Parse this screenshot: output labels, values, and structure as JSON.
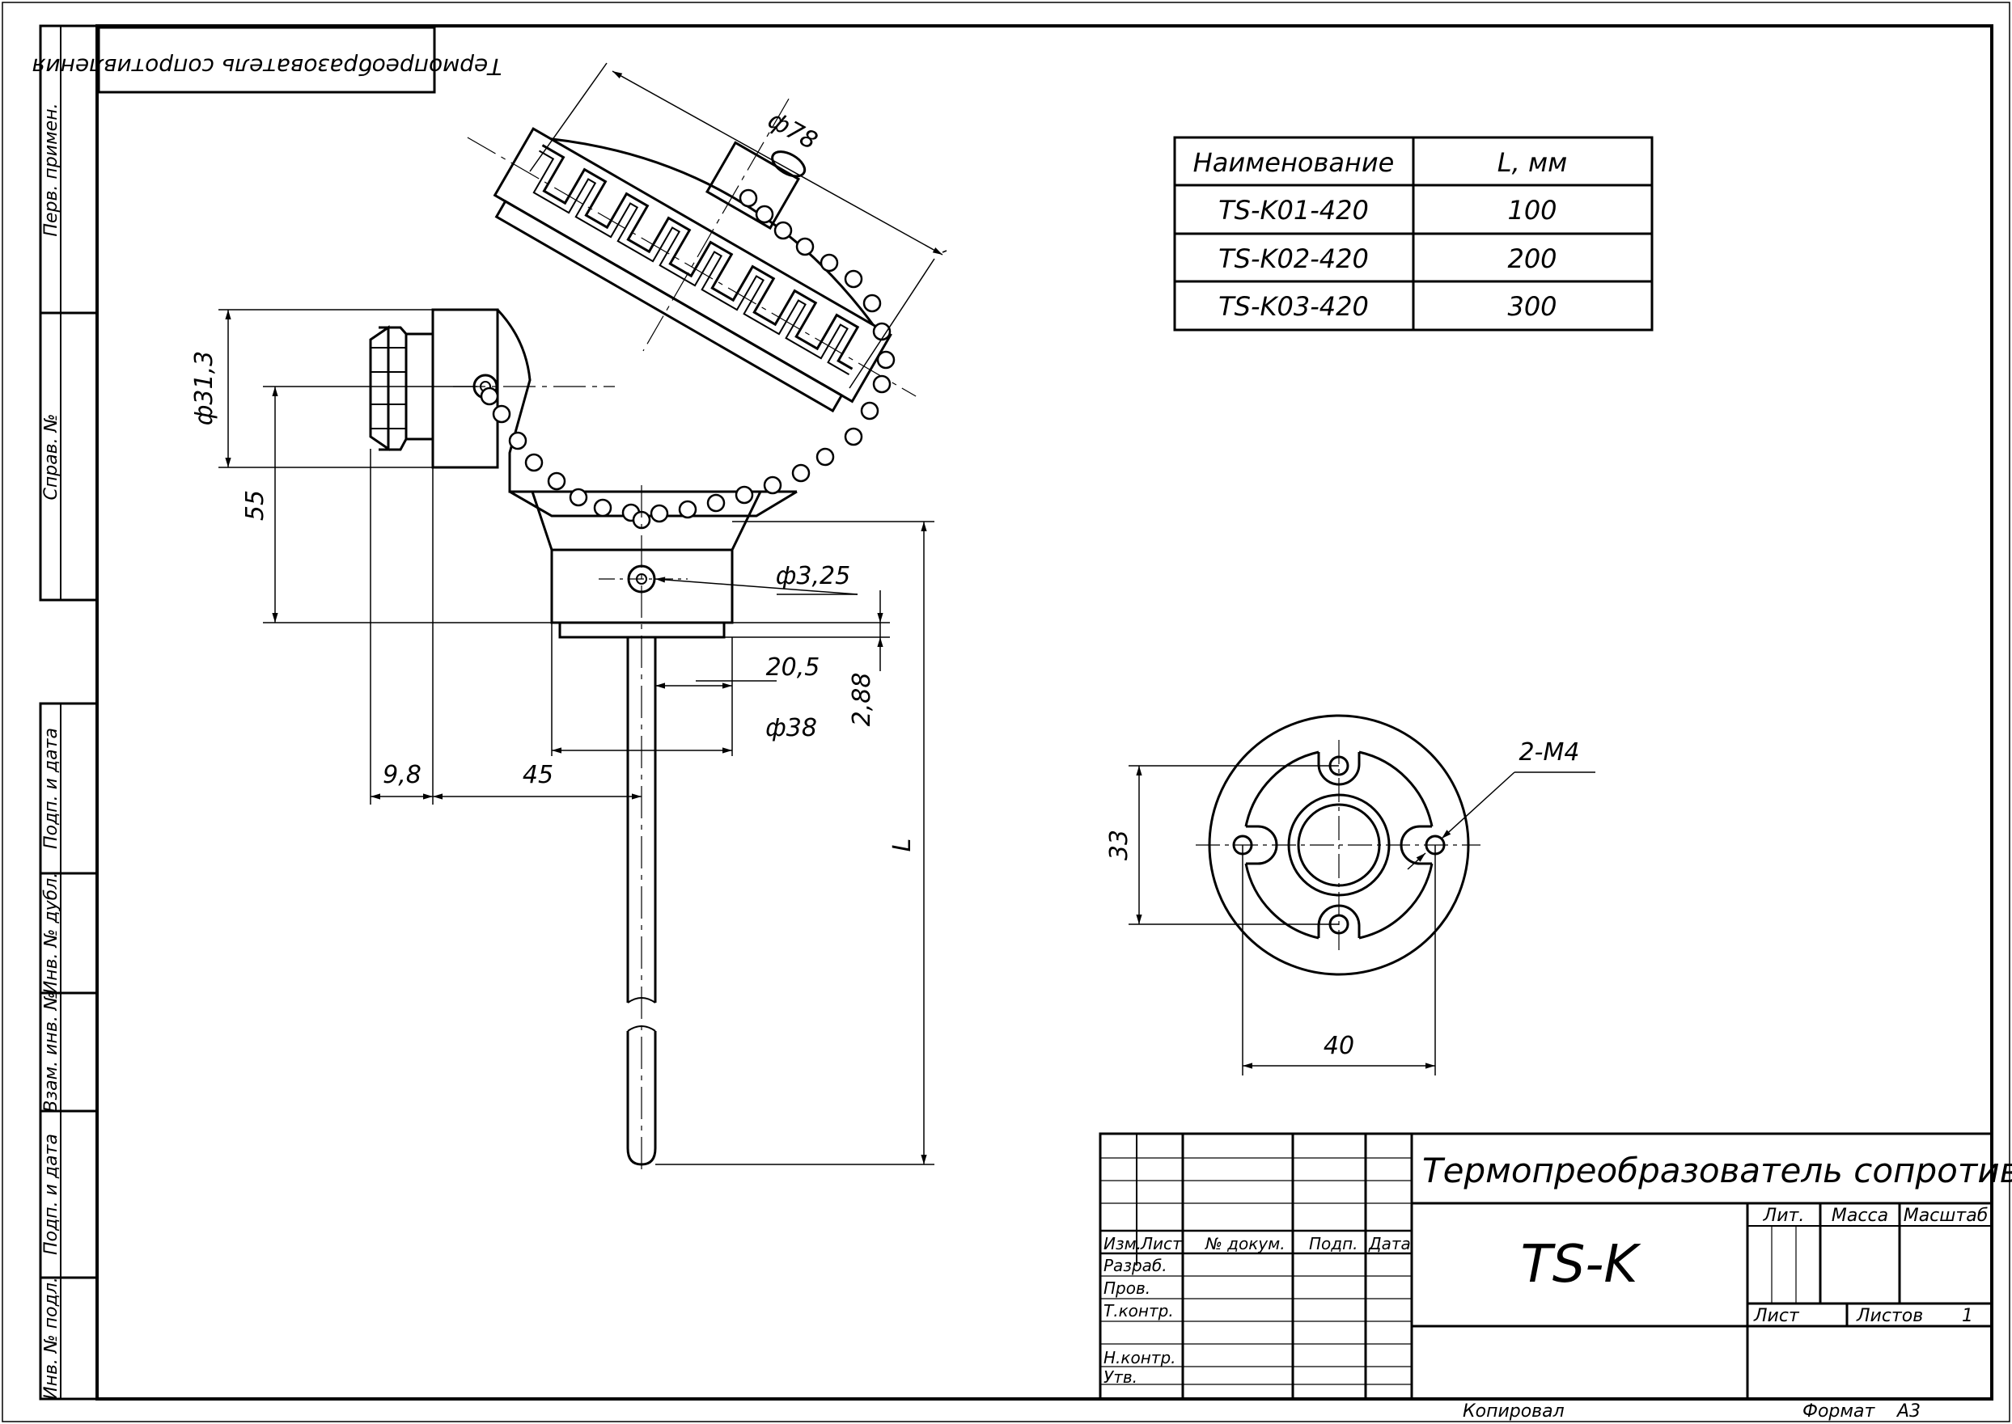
{
  "header_title": "Термопреобразователь сопротивления",
  "side_stamp": [
    "Перв. примен.",
    "Справ. №",
    "Подп. и дата",
    "Инв. № дубл.",
    "Взам. инв. №",
    "Подп. и дата",
    "Инв. № подл."
  ],
  "dimensions": {
    "d78": "ф78",
    "d31_3": "ф31,3",
    "h55": "55",
    "d3_25": "ф3,25",
    "w20_5": "20,5",
    "h2_88": "2,88",
    "d38": "ф38",
    "w9_8": "9,8",
    "w45": "45",
    "L": "L",
    "thread": "2-M4",
    "h33": "33",
    "w40": "40"
  },
  "variants_table": {
    "headers": [
      "Наименование",
      "L, мм"
    ],
    "rows": [
      [
        "TS-K01-420",
        "100"
      ],
      [
        "TS-K02-420",
        "200"
      ],
      [
        "TS-K03-420",
        "300"
      ]
    ]
  },
  "title_block": {
    "product_name": "Термопреобразователь сопротивления",
    "designation": "TS-K",
    "col_labels": [
      "Изм.",
      "Лист",
      "№ докум.",
      "Подп.",
      "Дата"
    ],
    "row_labels": [
      "Разраб.",
      "Пров.",
      "Т.контр.",
      "Н.контр.",
      "Утв."
    ],
    "lit_label": "Лит.",
    "mass_label": "Масса",
    "scale_label": "Масштаб",
    "sheet_label": "Лист",
    "sheets_label": "Листов",
    "sheets_value": "1",
    "copied_label": "Копировал",
    "format_label": "Формат",
    "format_value": "А3"
  }
}
